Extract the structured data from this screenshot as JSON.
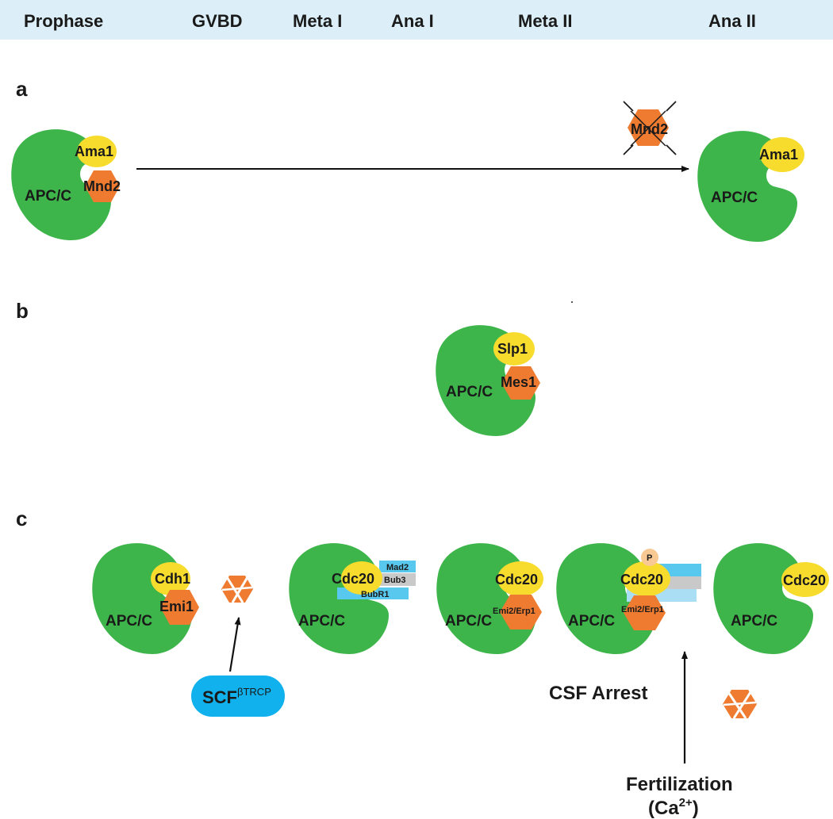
{
  "phases": [
    "Prophase",
    "GVBD",
    "Meta I",
    "Ana I",
    "Meta II",
    "Ana II"
  ],
  "panels": [
    "a",
    "b",
    "c"
  ],
  "labels": {
    "apc": "APC/C",
    "ama1": "Ama1",
    "mnd2": "Mnd2",
    "slp1": "Slp1",
    "mes1": "Mes1",
    "cdh1": "Cdh1",
    "emi1": "Emi1",
    "cdc20": "Cdc20",
    "mad2": "Mad2",
    "bub3": "Bub3",
    "bubr1": "BubR1",
    "emi2": "Emi2/Erp1",
    "p": "P",
    "scf": "SCF",
    "scf_sup": "βTRCP",
    "csf": "CSF Arrest",
    "fert": "Fertilization",
    "ca_open": "(Ca",
    "ca_sup": "2+",
    "ca_close": ")"
  },
  "colors": {
    "header": "#dceff9",
    "apc": "#3db54a",
    "yellow": "#f7dc2e",
    "orange": "#ef7b30",
    "cyan": "#58c8ee",
    "cyan_light": "#a9def5",
    "grey": "#c9c9c9",
    "blue": "#10b1ec",
    "peach": "#f8c993"
  }
}
